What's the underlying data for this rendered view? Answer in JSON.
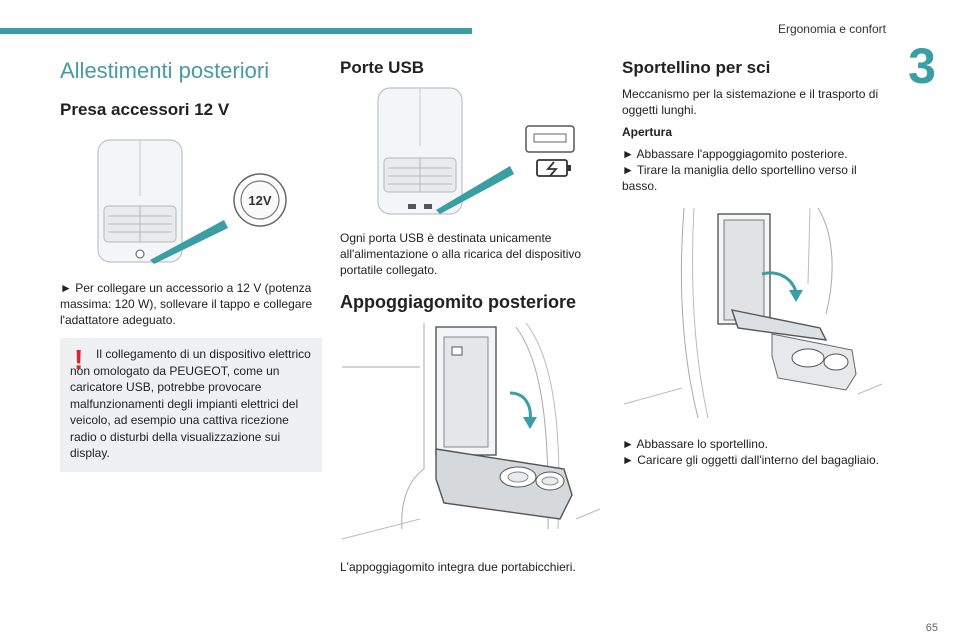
{
  "header": {
    "title": "Ergonomia e confort",
    "chapter": "3"
  },
  "col1": {
    "section_title": "Allestimenti posteriori",
    "heading": "Presa accessori 12 V",
    "socket_label": "12V",
    "instruction": "► Per collegare un accessorio a 12 V (potenza massima: 120 W), sollevare il tappo e collegare l'adattatore adeguato.",
    "warning": "Il collegamento di un dispositivo elettrico non omologato da PEUGEOT, come un caricatore USB, potrebbe provocare malfunzionamenti degli impianti elettrici del veicolo, ad esempio una cattiva ricezione radio o disturbi della visualizzazione sui display."
  },
  "col2": {
    "heading_usb": "Porte USB",
    "usb_text": "Ogni porta USB è destinata unicamente all'alimentazione o alla ricarica del dispositivo portatile collegato.",
    "heading_arm": "Appoggiagomito posteriore",
    "arm_text": "L'appoggiagomito integra due portabicchieri."
  },
  "col3": {
    "heading": "Sportellino per sci",
    "intro": "Meccanismo per la sistemazione e il trasporto di oggetti lunghi.",
    "subheading": "Apertura",
    "step1": "► Abbassare l'appoggiagomito posteriore.",
    "step2": "► Tirare la maniglia dello sportellino verso il basso.",
    "step3": "► Abbassare lo sportellino.",
    "step4": "► Caricare gli oggetti dall'interno del bagagliaio."
  },
  "footer": {
    "page": "65"
  },
  "colors": {
    "accent": "#3a9ea5",
    "warning": "#e2222a",
    "panel": "#eef0f2"
  }
}
